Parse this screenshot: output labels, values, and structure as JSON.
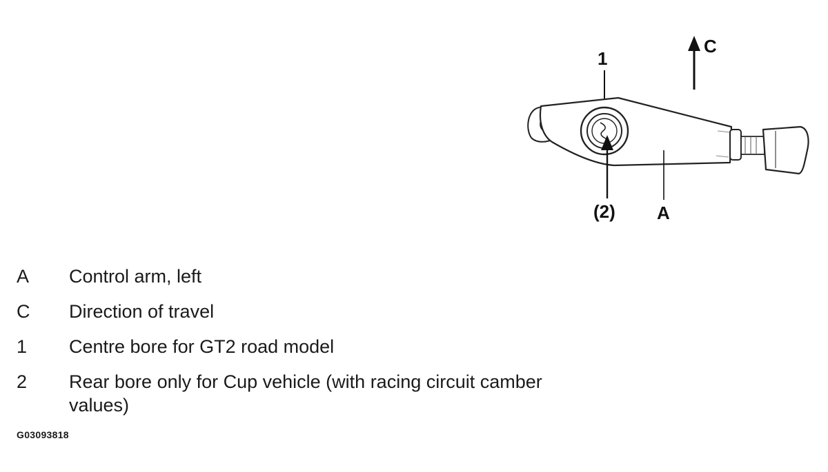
{
  "diagram": {
    "callouts": {
      "c": "C",
      "one": "1",
      "two": "(2)",
      "a": "A"
    }
  },
  "legend": [
    {
      "key": "A",
      "text": "Control arm, left"
    },
    {
      "key": "C",
      "text": "Direction of travel"
    },
    {
      "key": "1",
      "text": "Centre bore for GT2 road model"
    },
    {
      "key": "2",
      "text": "Rear bore only for Cup vehicle (with racing circuit camber values)"
    }
  ],
  "figure_id": "G03093818"
}
